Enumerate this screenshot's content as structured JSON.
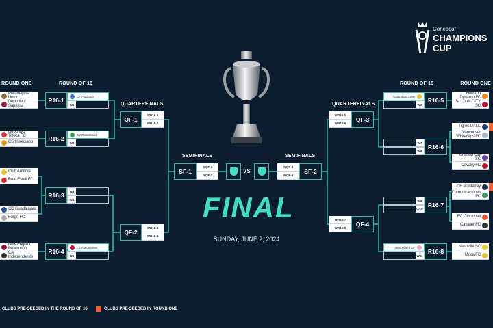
{
  "logo": {
    "brand": "Concacaf",
    "line1": "CHAMPIONS",
    "line2": "CUP"
  },
  "headers": {
    "round_one": "ROUND ONE",
    "round_of_16": "ROUND OF 16",
    "quarterfinals": "QUARTERFINALS",
    "semifinals": "SEMIFINALS",
    "round_of_16_right": "ROUND OF 16",
    "round_one_right": "ROUND ONE"
  },
  "left_round_one": [
    "Philadelphia Union",
    "Deportivo Saprissa",
    "Deportivo Toluca FC",
    "CS Herediano",
    "Club América",
    "Real Estelí FC",
    "CD Guadalajara",
    "Forge FC",
    "New England Revolution",
    "CA Independiente"
  ],
  "right_round_one": [
    "Houston Dynamo FC",
    "St. Louis CITY SC",
    "Tigres UANL",
    "Vancouver Whitecaps FC",
    "Orlando City SC",
    "Cavalry FC",
    "CF Monterrey",
    "Comunicaciones FC",
    "FC Cincinnati",
    "Cavalier FC",
    "Nashville SC",
    "Moca FC"
  ],
  "r16": [
    {
      "label": "R16-1",
      "top": "CF Pachuca",
      "bottom": "W1"
    },
    {
      "label": "R16-2",
      "top": "SV Robinhood",
      "bottom": "W2"
    },
    {
      "label": "R16-3",
      "top": "W3",
      "bottom": "W4"
    },
    {
      "label": "R16-4",
      "top": "LD Alajuelense",
      "bottom": "W5"
    },
    {
      "label": "R16-5",
      "top": "Columbus Crew",
      "bottom": "W6"
    },
    {
      "label": "R16-6",
      "top": "W7",
      "bottom": "W8"
    },
    {
      "label": "R16-7",
      "top": "W9",
      "bottom": "W10"
    },
    {
      "label": "R16-8",
      "top": "Inter Miami CF",
      "bottom": "W11"
    }
  ],
  "qf": [
    {
      "label": "QF-1",
      "a": "WR16-1",
      "b": "WR16-2"
    },
    {
      "label": "QF-2",
      "a": "WR16-3",
      "b": "WR16-4"
    },
    {
      "label": "QF-3",
      "a": "WR16-5",
      "b": "WR16-6"
    },
    {
      "label": "QF-4",
      "a": "WR16-7",
      "b": "WR16-8"
    }
  ],
  "sf": [
    {
      "label": "SF-1",
      "a": "WQF-1",
      "b": "WQF-2"
    },
    {
      "label": "SF-2",
      "a": "WQF-3",
      "b": "WQF-4"
    }
  ],
  "final": {
    "title": "FINAL",
    "vs": "VS",
    "date": "SUNDAY, JUNE 2, 2024"
  },
  "legend": {
    "r16": "CLUBS PRE-SEEDED IN THE ROUND OF 16",
    "r1": "CLUBS PRE-SEEDED IN ROUND ONE"
  },
  "colors": {
    "bg": "#0b1d2e",
    "accent": "#27c1ac",
    "orange": "#f2622e"
  }
}
